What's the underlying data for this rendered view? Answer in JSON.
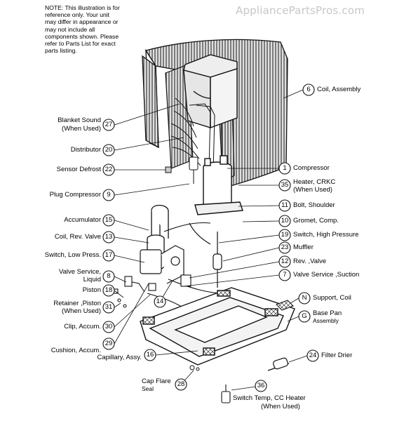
{
  "note": "NOTE: This illustration is for reference only. Your unit may differ in appearance or may not include all components shown. Please refer to Parts List for exact parts listing.",
  "watermark": "AppliancePartsPros.com",
  "callouts": [
    {
      "num": "6",
      "label": "Coil, Assembly"
    },
    {
      "num": "27",
      "label": "Blanket Sound"
    },
    {
      "num": "27",
      "label": "(When Used)"
    },
    {
      "num": "20",
      "label": "Distributor"
    },
    {
      "num": "22",
      "label": "Sensor Defrost"
    },
    {
      "num": "1",
      "label": "Compressor"
    },
    {
      "num": "35",
      "label": "Heater, CRKC"
    },
    {
      "num": "35",
      "label": "(When Used)"
    },
    {
      "num": "9",
      "label": "Plug Compressor"
    },
    {
      "num": "11",
      "label": "Bolt, Shoulder"
    },
    {
      "num": "15",
      "label": "Accumulator"
    },
    {
      "num": "10",
      "label": "Gromet, Comp."
    },
    {
      "num": "13",
      "label": "Coil, Rev. Valve"
    },
    {
      "num": "19",
      "label": "Switch, High Pressure"
    },
    {
      "num": "23",
      "label": "Muffler"
    },
    {
      "num": "17",
      "label": "Switch, Low Press."
    },
    {
      "num": "12",
      "label": "Rev. ,Valve"
    },
    {
      "num": "8",
      "label": "Valve Service,"
    },
    {
      "num": "8",
      "label": "Liquid"
    },
    {
      "num": "7",
      "label": "Valve Service ,Suction"
    },
    {
      "num": "18",
      "label": "Piston"
    },
    {
      "num": "14",
      "label": ""
    },
    {
      "num": "N",
      "label": "Support, Coil"
    },
    {
      "num": "31",
      "label": "Retainer ,Piston"
    },
    {
      "num": "31",
      "label": "(When Used)"
    },
    {
      "num": "G",
      "label": "Base Pan"
    },
    {
      "num": "G",
      "label": "Assembly"
    },
    {
      "num": "30",
      "label": "Clip, Accum."
    },
    {
      "num": "29",
      "label": "Cushion, Accum."
    },
    {
      "num": "16",
      "label": "Capillary, Assy."
    },
    {
      "num": "24",
      "label": "Filter Drier"
    },
    {
      "num": "28",
      "label": "Cap Flare"
    },
    {
      "num": "28",
      "label": "Seal"
    },
    {
      "num": "36",
      "label": "Switch Temp, CC Heater"
    },
    {
      "num": "36",
      "label": "(When Used)"
    }
  ]
}
